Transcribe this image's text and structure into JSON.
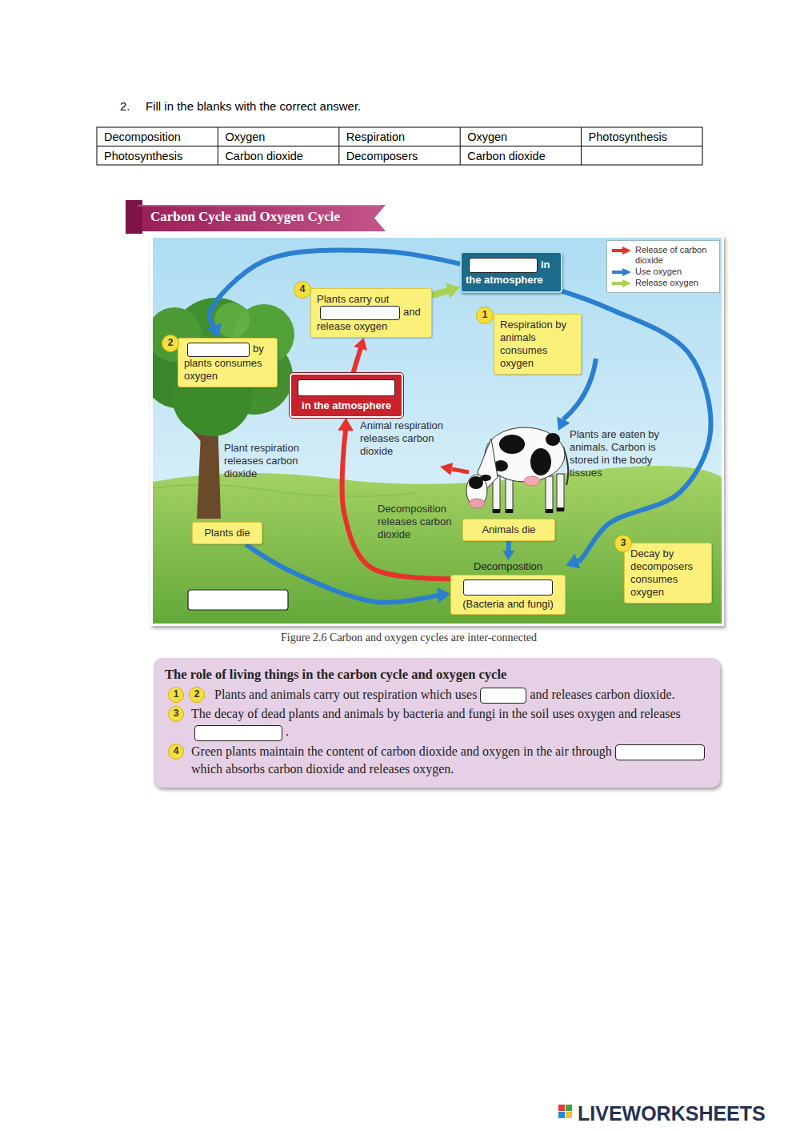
{
  "diagram": {
    "title": "Carbon Cycle and Oxygen Cycle",
    "caption": "Figure 2.6 Carbon and oxygen cycles are inter-connected",
    "nodes": [
      {
        "text": [
          "in the atmosphere"
        ]
      },
      {
        "text": [
          "Plants carry out",
          "and release oxygen"
        ]
      },
      {
        "text": [
          "by plants consumes oxygen"
        ]
      },
      {
        "text": [
          "Respiration by animals consumes oxygen"
        ]
      },
      {
        "text": [
          "in the atmosphere"
        ]
      },
      {
        "text": [
          "Plants die"
        ]
      },
      {
        "text": [
          "Animals die"
        ]
      },
      {
        "text": [
          "Decomposition",
          "(Bacteria and fungi)"
        ]
      },
      {
        "text": [
          "Decay by decomposers consumes oxygen"
        ]
      },
      {
        "text": [
          "The role of living things in the carbon cycle and oxygen cycle",
          "Plants and animals carry out respiration which uses",
          "and releases carbon dioxide.",
          "The decay of dead plants and animals by bacteria and fungi in the soil uses oxygen and releases",
          ".",
          "Green plants maintain the content of carbon dioxide and oxygen in the air through",
          "which absorbs carbon dioxide and releases oxygen."
        ]
      }
    ],
    "edges": [
      {
        "from": 4,
        "to": 1,
        "arrow": "to"
      },
      {
        "from": 1,
        "to": 0,
        "arrow": "to"
      },
      {
        "from": 0,
        "to": 2,
        "arrow": "to"
      },
      {
        "from": 0,
        "to": 7,
        "arrow": "to"
      },
      {
        "from": 5,
        "to": 7,
        "arrow": "to"
      },
      {
        "from": 6,
        "to": 7,
        "arrow": "to"
      },
      {
        "from": 7,
        "to": 4,
        "arrow": "to"
      }
    ],
    "labels": [
      "2.",
      "Fill in the blanks with the correct answer.",
      "Decomposition",
      "Oxygen",
      "Respiration",
      "Oxygen",
      "Photosynthesis",
      "Photosynthesis",
      "Carbon dioxide",
      "Decomposers",
      "Carbon dioxide",
      "4",
      "2",
      "1",
      "3",
      "Plant respiration releases carbon dioxide",
      "Animal respiration releases carbon dioxide",
      "Plants are eaten by animals. Carbon is stored in the body tissues",
      "Decomposition releases carbon dioxide",
      "1",
      "2",
      "3",
      "4",
      "LIVEWORKSHEETS"
    ],
    "legend": [
      {
        "text": "Release of carbon dioxide",
        "color": "#e8312b"
      },
      {
        "text": "Use oxygen",
        "color": "#2a7fd0"
      },
      {
        "text": "Release oxygen",
        "color": "#a8d14f"
      }
    ]
  }
}
